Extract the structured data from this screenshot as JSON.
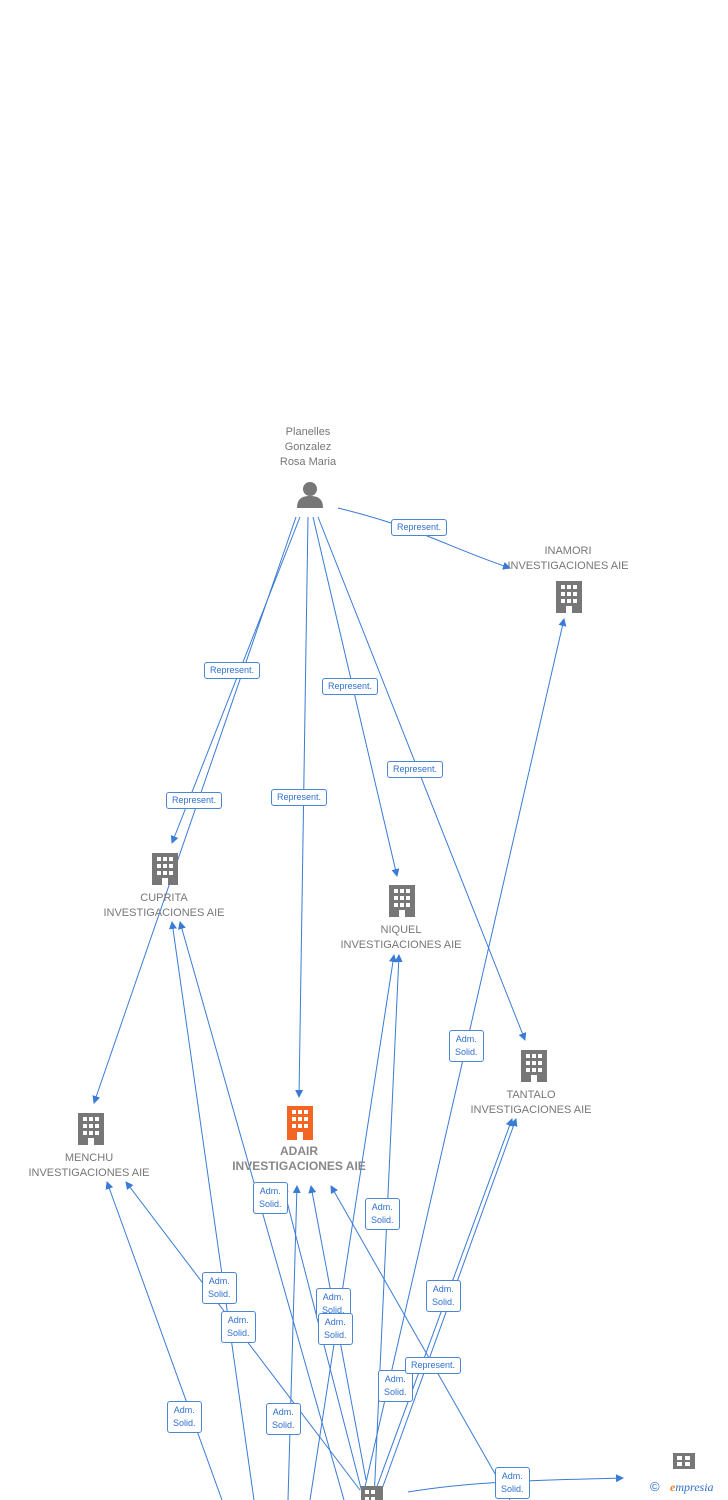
{
  "nodes": {
    "person": {
      "lines": [
        "Planelles",
        "Gonzalez",
        "Rosa Maria"
      ]
    },
    "inamori": {
      "lines": [
        "INAMORI",
        "INVESTIGACIONES AIE"
      ]
    },
    "cuprita": {
      "lines": [
        "CUPRITA",
        "INVESTIGACIONES AIE"
      ]
    },
    "niquel": {
      "lines": [
        "NIQUEL",
        "INVESTIGACIONES AIE"
      ]
    },
    "tantalo": {
      "lines": [
        "TANTALO",
        "INVESTIGACIONES AIE"
      ]
    },
    "menchu": {
      "lines": [
        "MENCHU",
        "INVESTIGACIONES AIE"
      ]
    },
    "adair": {
      "lines": [
        "ADAIR",
        "INVESTIGACIONES AIE"
      ]
    }
  },
  "edge_labels": [
    {
      "lines": [
        "Represent."
      ]
    },
    {
      "lines": [
        "Represent."
      ]
    },
    {
      "lines": [
        "Represent."
      ]
    },
    {
      "lines": [
        "Represent."
      ]
    },
    {
      "lines": [
        "Represent."
      ]
    },
    {
      "lines": [
        "Represent."
      ]
    },
    {
      "lines": [
        "Adm.",
        "Solid."
      ]
    },
    {
      "lines": [
        "Adm.",
        "Solid."
      ]
    },
    {
      "lines": [
        "Adm.",
        "Solid."
      ]
    },
    {
      "lines": [
        "Adm.",
        "Solid."
      ]
    },
    {
      "lines": [
        "Adm.",
        "Solid."
      ]
    },
    {
      "lines": [
        "Adm.",
        "Solid."
      ]
    },
    {
      "lines": [
        "Adm.",
        "Solid."
      ]
    },
    {
      "lines": [
        "Adm.",
        "Solid."
      ]
    },
    {
      "lines": [
        "Adm.",
        "Solid."
      ]
    },
    {
      "lines": [
        "Adm.",
        "Solid."
      ]
    },
    {
      "lines": [
        "Represent."
      ]
    },
    {
      "lines": [
        "Adm.",
        "Solid."
      ]
    },
    {
      "lines": [
        "Adm.",
        "Solid."
      ]
    }
  ],
  "colors": {
    "edge": "#3a7bd5",
    "company": "#777777",
    "main_company": "#f26522",
    "person": "#777777"
  },
  "footer": {
    "copyright": "©",
    "brand_initial": "e",
    "brand_rest": "mpresia"
  }
}
